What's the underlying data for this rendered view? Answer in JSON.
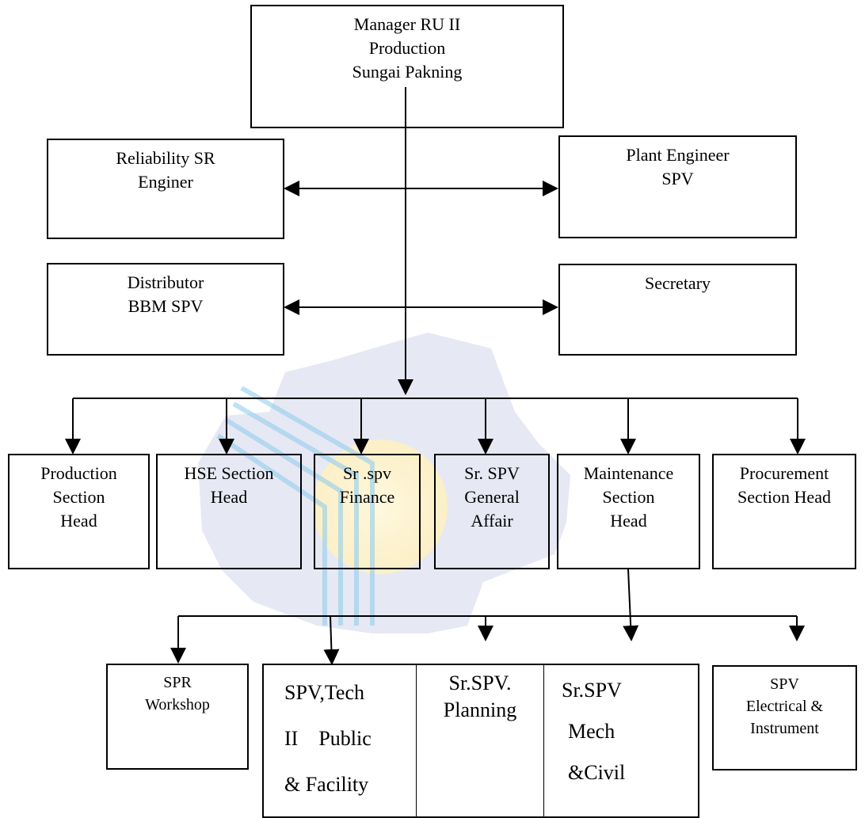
{
  "manager": {
    "lines": [
      "Manager RU II",
      "Production",
      "Sungai Pakning"
    ]
  },
  "reliability": {
    "lines": [
      "Reliability SR",
      "Enginer"
    ]
  },
  "plant_engineer": {
    "lines": [
      "Plant Engineer",
      "SPV"
    ]
  },
  "distributor": {
    "lines": [
      "Distributor",
      "BBM SPV"
    ]
  },
  "secretary": {
    "lines": [
      "Secretary"
    ]
  },
  "sections": [
    {
      "lines": [
        "Production",
        "Section",
        "Head"
      ]
    },
    {
      "lines": [
        "HSE Section",
        "Head"
      ]
    },
    {
      "lines": [
        "Sr .spv",
        "Finance"
      ]
    },
    {
      "lines": [
        "Sr. SPV",
        "General",
        "Affair"
      ]
    },
    {
      "lines": [
        "Maintenance",
        "Section",
        "Head"
      ]
    },
    {
      "lines": [
        "Procurement",
        "Section Head"
      ]
    }
  ],
  "spr_workshop": {
    "lines": [
      "SPR",
      "Workshop"
    ]
  },
  "tech_public": {
    "lines": [
      "SPV,Tech",
      "II    Public",
      "& Facility"
    ]
  },
  "planning": {
    "lines": [
      "Sr.SPV.",
      "Planning"
    ]
  },
  "mech_civil": {
    "lines": [
      "Sr.SPV",
      "Mech",
      "&Civil"
    ]
  },
  "electrical": {
    "lines": [
      "SPV",
      "Electrical &",
      "Instrument"
    ]
  },
  "watermark_colors": {
    "gear": "#c9cde8",
    "stripes": "#2f9fd8",
    "sun": "#fbe39a"
  }
}
